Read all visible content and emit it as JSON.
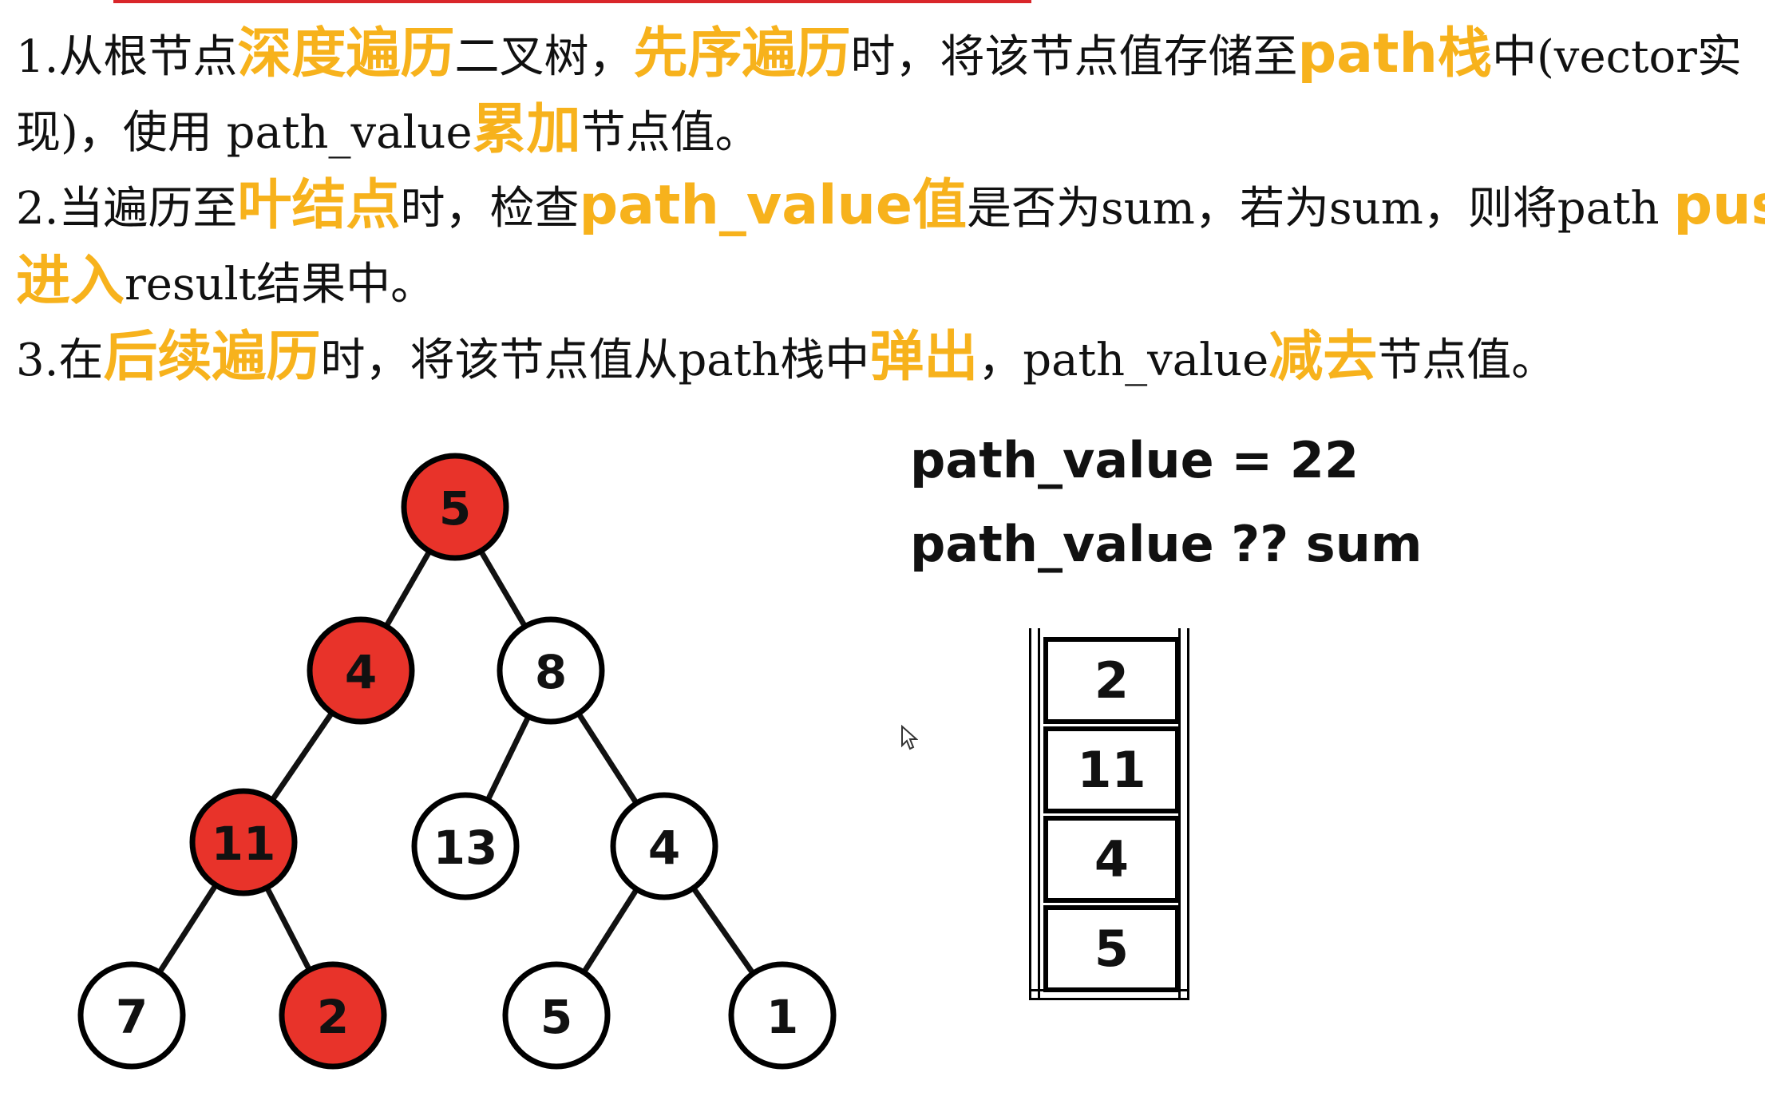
{
  "text": {
    "line1": {
      "p1": "1.从根节点",
      "h1": "深度遍历",
      "p2": "二叉树，",
      "h2": "先序遍历",
      "p3": "时，将该节点值存储至",
      "h3": "path栈",
      "p4": "中(vector实"
    },
    "line2": {
      "p1": "现)，使用 path_value",
      "h1": "累加",
      "p2": "节点值。"
    },
    "line3": {
      "p1": "2.当遍历至",
      "h1": "叶结点",
      "p2": "时，检查",
      "h2": "path_value值",
      "p3": "是否为sum，若为sum，则将path ",
      "h3": "push"
    },
    "line4": {
      "h1": "进入",
      "p1": "result结果中。"
    },
    "line5": {
      "p1": "3.在",
      "h1": "后续遍历",
      "p2": "时，将该节点值从path栈中",
      "h2": "弹出",
      "p3": "，path_value",
      "h3": "减去",
      "p4": "节点值。"
    }
  },
  "info": {
    "path_value_line": "path_value = 22",
    "compare_line": "path_value ?? sum"
  },
  "colors": {
    "highlight": "#f7b21c",
    "visited_node": "#e8332a",
    "unvisited_node": "#ffffff",
    "edge": "#111111"
  },
  "tree": {
    "nodes": [
      {
        "id": "n5",
        "value": "5",
        "visited": true
      },
      {
        "id": "n4a",
        "value": "4",
        "visited": true
      },
      {
        "id": "n8",
        "value": "8",
        "visited": false
      },
      {
        "id": "n11",
        "value": "11",
        "visited": true
      },
      {
        "id": "n13",
        "value": "13",
        "visited": false
      },
      {
        "id": "n4b",
        "value": "4",
        "visited": false
      },
      {
        "id": "n7",
        "value": "7",
        "visited": false
      },
      {
        "id": "n2",
        "value": "2",
        "visited": true
      },
      {
        "id": "n5b",
        "value": "5",
        "visited": false
      },
      {
        "id": "n1",
        "value": "1",
        "visited": false
      }
    ],
    "edges": [
      [
        "n5",
        "n4a"
      ],
      [
        "n5",
        "n8"
      ],
      [
        "n4a",
        "n11"
      ],
      [
        "n8",
        "n13"
      ],
      [
        "n8",
        "n4b"
      ],
      [
        "n11",
        "n7"
      ],
      [
        "n11",
        "n2"
      ],
      [
        "n4b",
        "n5b"
      ],
      [
        "n4b",
        "n1"
      ]
    ]
  },
  "stack": {
    "items": [
      "2",
      "11",
      "4",
      "5"
    ]
  }
}
